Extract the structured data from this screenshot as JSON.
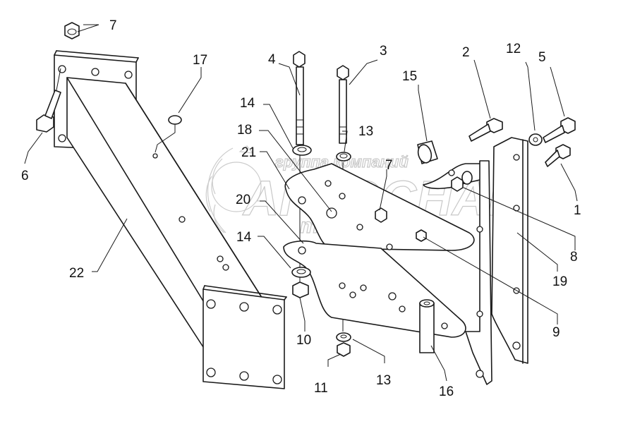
{
  "diagram": {
    "type": "exploded-parts-assembly",
    "watermark": {
      "line1": "группа компаний",
      "line2": "АГРОСНАБ",
      "line3": "техсервис",
      "color": "#c8c8c8"
    },
    "callouts": [
      {
        "id": "c1",
        "label": "1"
      },
      {
        "id": "c2",
        "label": "2"
      },
      {
        "id": "c3",
        "label": "3"
      },
      {
        "id": "c4",
        "label": "4"
      },
      {
        "id": "c5",
        "label": "5"
      },
      {
        "id": "c6",
        "label": "6"
      },
      {
        "id": "c7a",
        "label": "7"
      },
      {
        "id": "c7b",
        "label": "7"
      },
      {
        "id": "c8",
        "label": "8"
      },
      {
        "id": "c9",
        "label": "9"
      },
      {
        "id": "c10",
        "label": "10"
      },
      {
        "id": "c11",
        "label": "11"
      },
      {
        "id": "c12",
        "label": "12"
      },
      {
        "id": "c13a",
        "label": "13"
      },
      {
        "id": "c13b",
        "label": "13"
      },
      {
        "id": "c14a",
        "label": "14"
      },
      {
        "id": "c14b",
        "label": "14"
      },
      {
        "id": "c15",
        "label": "15"
      },
      {
        "id": "c16",
        "label": "16"
      },
      {
        "id": "c17",
        "label": "17"
      },
      {
        "id": "c18",
        "label": "18"
      },
      {
        "id": "c19",
        "label": "19"
      },
      {
        "id": "c20",
        "label": "20"
      },
      {
        "id": "c21",
        "label": "21"
      },
      {
        "id": "c22",
        "label": "22"
      }
    ]
  }
}
